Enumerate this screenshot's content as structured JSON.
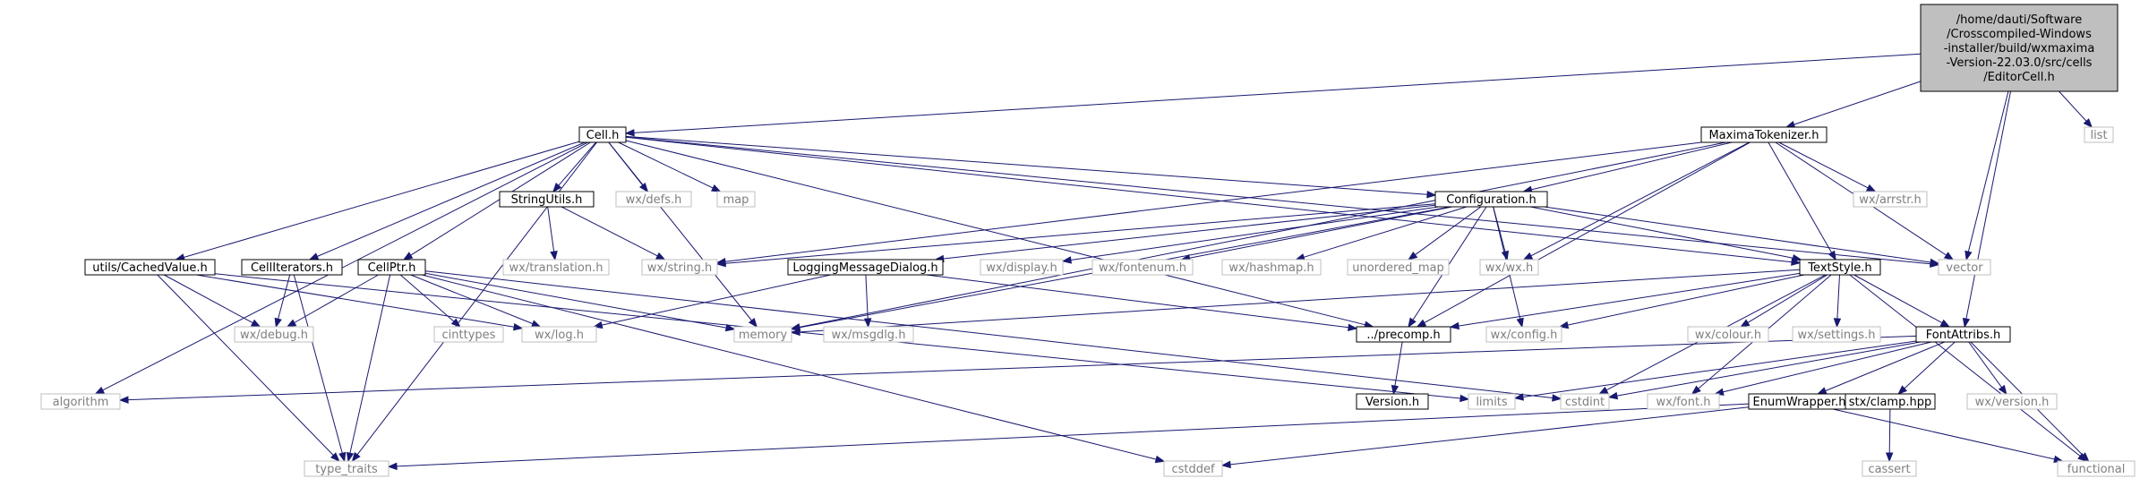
{
  "colors": {
    "edge": "#191970",
    "root_fill": "#bfbfbf",
    "external_text": "#7f7f7f",
    "external_border": "#bfbfbf"
  },
  "nodes": [
    {
      "id": "root",
      "kind": "root",
      "lines": [
        "/home/dauti/Software",
        "/Crosscompiled-Windows",
        "-installer/build/wxmaxima",
        "-Version-22.03.0/src/cells",
        "/EditorCell.h"
      ]
    },
    {
      "id": "cell",
      "kind": "doc",
      "lines": [
        "Cell.h"
      ]
    },
    {
      "id": "maxtok",
      "kind": "doc",
      "lines": [
        "MaximaTokenizer.h"
      ]
    },
    {
      "id": "list",
      "kind": "ext",
      "lines": [
        "list"
      ]
    },
    {
      "id": "strutils",
      "kind": "doc",
      "lines": [
        "StringUtils.h"
      ]
    },
    {
      "id": "wxdefs",
      "kind": "ext",
      "lines": [
        "wx/defs.h"
      ]
    },
    {
      "id": "map",
      "kind": "ext",
      "lines": [
        "map"
      ]
    },
    {
      "id": "config",
      "kind": "doc",
      "lines": [
        "Configuration.h"
      ]
    },
    {
      "id": "arrstr",
      "kind": "ext",
      "lines": [
        "wx/arrstr.h"
      ]
    },
    {
      "id": "cached",
      "kind": "doc",
      "lines": [
        "utils/CachedValue.h"
      ]
    },
    {
      "id": "celliter",
      "kind": "doc",
      "lines": [
        "CellIterators.h"
      ]
    },
    {
      "id": "cellptr",
      "kind": "doc",
      "lines": [
        "CellPtr.h"
      ]
    },
    {
      "id": "wxtrans",
      "kind": "ext",
      "lines": [
        "wx/translation.h"
      ]
    },
    {
      "id": "wxstring",
      "kind": "ext",
      "lines": [
        "wx/string.h"
      ]
    },
    {
      "id": "logdlg",
      "kind": "doc",
      "lines": [
        "LoggingMessageDialog.h"
      ]
    },
    {
      "id": "wxdisplay",
      "kind": "ext",
      "lines": [
        "wx/display.h"
      ]
    },
    {
      "id": "wxfontenum",
      "kind": "ext",
      "lines": [
        "wx/fontenum.h"
      ]
    },
    {
      "id": "wxhashmap",
      "kind": "ext",
      "lines": [
        "wx/hashmap.h"
      ]
    },
    {
      "id": "unordmap",
      "kind": "ext",
      "lines": [
        "unordered_map"
      ]
    },
    {
      "id": "wxwx",
      "kind": "ext",
      "lines": [
        "wx/wx.h"
      ]
    },
    {
      "id": "textstyle",
      "kind": "doc",
      "lines": [
        "TextStyle.h"
      ]
    },
    {
      "id": "vector",
      "kind": "ext",
      "lines": [
        "vector"
      ]
    },
    {
      "id": "wxdebug",
      "kind": "ext",
      "lines": [
        "wx/debug.h"
      ]
    },
    {
      "id": "cinttypes",
      "kind": "ext",
      "lines": [
        "cinttypes"
      ]
    },
    {
      "id": "wxlog",
      "kind": "ext",
      "lines": [
        "wx/log.h"
      ]
    },
    {
      "id": "memory",
      "kind": "ext",
      "lines": [
        "memory"
      ]
    },
    {
      "id": "wxmsgdlg",
      "kind": "ext",
      "lines": [
        "wx/msgdlg.h"
      ]
    },
    {
      "id": "precomp",
      "kind": "doc",
      "lines": [
        "../precomp.h"
      ]
    },
    {
      "id": "wxconfig",
      "kind": "ext",
      "lines": [
        "wx/config.h"
      ]
    },
    {
      "id": "wxcolour",
      "kind": "ext",
      "lines": [
        "wx/colour.h"
      ]
    },
    {
      "id": "wxsettings",
      "kind": "ext",
      "lines": [
        "wx/settings.h"
      ]
    },
    {
      "id": "fontattr",
      "kind": "doc",
      "lines": [
        "FontAttribs.h"
      ]
    },
    {
      "id": "algorithm",
      "kind": "ext",
      "lines": [
        "algorithm"
      ]
    },
    {
      "id": "version",
      "kind": "doc",
      "lines": [
        "Version.h"
      ]
    },
    {
      "id": "limits",
      "kind": "ext",
      "lines": [
        "limits"
      ]
    },
    {
      "id": "cstdint",
      "kind": "ext",
      "lines": [
        "cstdint"
      ]
    },
    {
      "id": "wxfont",
      "kind": "ext",
      "lines": [
        "wx/font.h"
      ]
    },
    {
      "id": "enumwrap",
      "kind": "doc",
      "lines": [
        "EnumWrapper.h"
      ]
    },
    {
      "id": "stxclamp",
      "kind": "doc",
      "lines": [
        "stx/clamp.hpp"
      ]
    },
    {
      "id": "wxversion",
      "kind": "ext",
      "lines": [
        "wx/version.h"
      ]
    },
    {
      "id": "typetraits",
      "kind": "ext",
      "lines": [
        "type_traits"
      ]
    },
    {
      "id": "cstddef",
      "kind": "ext",
      "lines": [
        "cstddef"
      ]
    },
    {
      "id": "cassert",
      "kind": "ext",
      "lines": [
        "cassert"
      ]
    },
    {
      "id": "functional",
      "kind": "ext",
      "lines": [
        "functional"
      ]
    }
  ],
  "edges": [
    [
      "root",
      "cell"
    ],
    [
      "root",
      "maxtok"
    ],
    [
      "root",
      "vector"
    ],
    [
      "root",
      "fontattr"
    ],
    [
      "root",
      "list"
    ],
    [
      "cell",
      "strutils"
    ],
    [
      "cell",
      "wxdefs"
    ],
    [
      "cell",
      "map"
    ],
    [
      "cell",
      "memory"
    ],
    [
      "cell",
      "config"
    ],
    [
      "cell",
      "textstyle"
    ],
    [
      "cell",
      "vector"
    ],
    [
      "cell",
      "cached"
    ],
    [
      "cell",
      "celliter"
    ],
    [
      "cell",
      "cellptr"
    ],
    [
      "cell",
      "algorithm"
    ],
    [
      "cell",
      "typetraits"
    ],
    [
      "cell",
      "precomp"
    ],
    [
      "maxtok",
      "config"
    ],
    [
      "maxtok",
      "wxstring"
    ],
    [
      "maxtok",
      "arrstr"
    ],
    [
      "maxtok",
      "vector"
    ],
    [
      "maxtok",
      "wxwx"
    ],
    [
      "maxtok",
      "textstyle"
    ],
    [
      "maxtok",
      "precomp"
    ],
    [
      "maxtok",
      "memory"
    ],
    [
      "strutils",
      "wxtrans"
    ],
    [
      "strutils",
      "wxstring"
    ],
    [
      "config",
      "wxstring"
    ],
    [
      "config",
      "logdlg"
    ],
    [
      "config",
      "wxdisplay"
    ],
    [
      "config",
      "wxfontenum"
    ],
    [
      "config",
      "wxhashmap"
    ],
    [
      "config",
      "unordmap"
    ],
    [
      "config",
      "wxwx"
    ],
    [
      "config",
      "textstyle"
    ],
    [
      "config",
      "vector"
    ],
    [
      "config",
      "memory"
    ],
    [
      "config",
      "precomp"
    ],
    [
      "config",
      "wxconfig"
    ],
    [
      "cached",
      "wxdebug"
    ],
    [
      "cached",
      "wxlog"
    ],
    [
      "cached",
      "typetraits"
    ],
    [
      "cached",
      "limits"
    ],
    [
      "celliter",
      "wxdebug"
    ],
    [
      "celliter",
      "typetraits"
    ],
    [
      "cellptr",
      "wxdebug"
    ],
    [
      "cellptr",
      "cinttypes"
    ],
    [
      "cellptr",
      "wxlog"
    ],
    [
      "cellptr",
      "memory"
    ],
    [
      "cellptr",
      "typetraits"
    ],
    [
      "cellptr",
      "cstddef"
    ],
    [
      "cellptr",
      "cstdint"
    ],
    [
      "logdlg",
      "wxmsgdlg"
    ],
    [
      "logdlg",
      "wxlog"
    ],
    [
      "logdlg",
      "precomp"
    ],
    [
      "textstyle",
      "precomp"
    ],
    [
      "textstyle",
      "memory"
    ],
    [
      "textstyle",
      "wxconfig"
    ],
    [
      "textstyle",
      "wxcolour"
    ],
    [
      "textstyle",
      "wxsettings"
    ],
    [
      "textstyle",
      "fontattr"
    ],
    [
      "textstyle",
      "wxfont"
    ],
    [
      "textstyle",
      "cstdint"
    ],
    [
      "textstyle",
      "functional"
    ],
    [
      "precomp",
      "version"
    ],
    [
      "fontattr",
      "algorithm"
    ],
    [
      "fontattr",
      "limits"
    ],
    [
      "fontattr",
      "cstdint"
    ],
    [
      "fontattr",
      "wxfont"
    ],
    [
      "fontattr",
      "enumwrap"
    ],
    [
      "fontattr",
      "stxclamp"
    ],
    [
      "fontattr",
      "wxversion"
    ],
    [
      "fontattr",
      "functional"
    ],
    [
      "enumwrap",
      "typetraits"
    ],
    [
      "enumwrap",
      "cstddef"
    ],
    [
      "enumwrap",
      "functional"
    ],
    [
      "stxclamp",
      "cassert"
    ]
  ]
}
